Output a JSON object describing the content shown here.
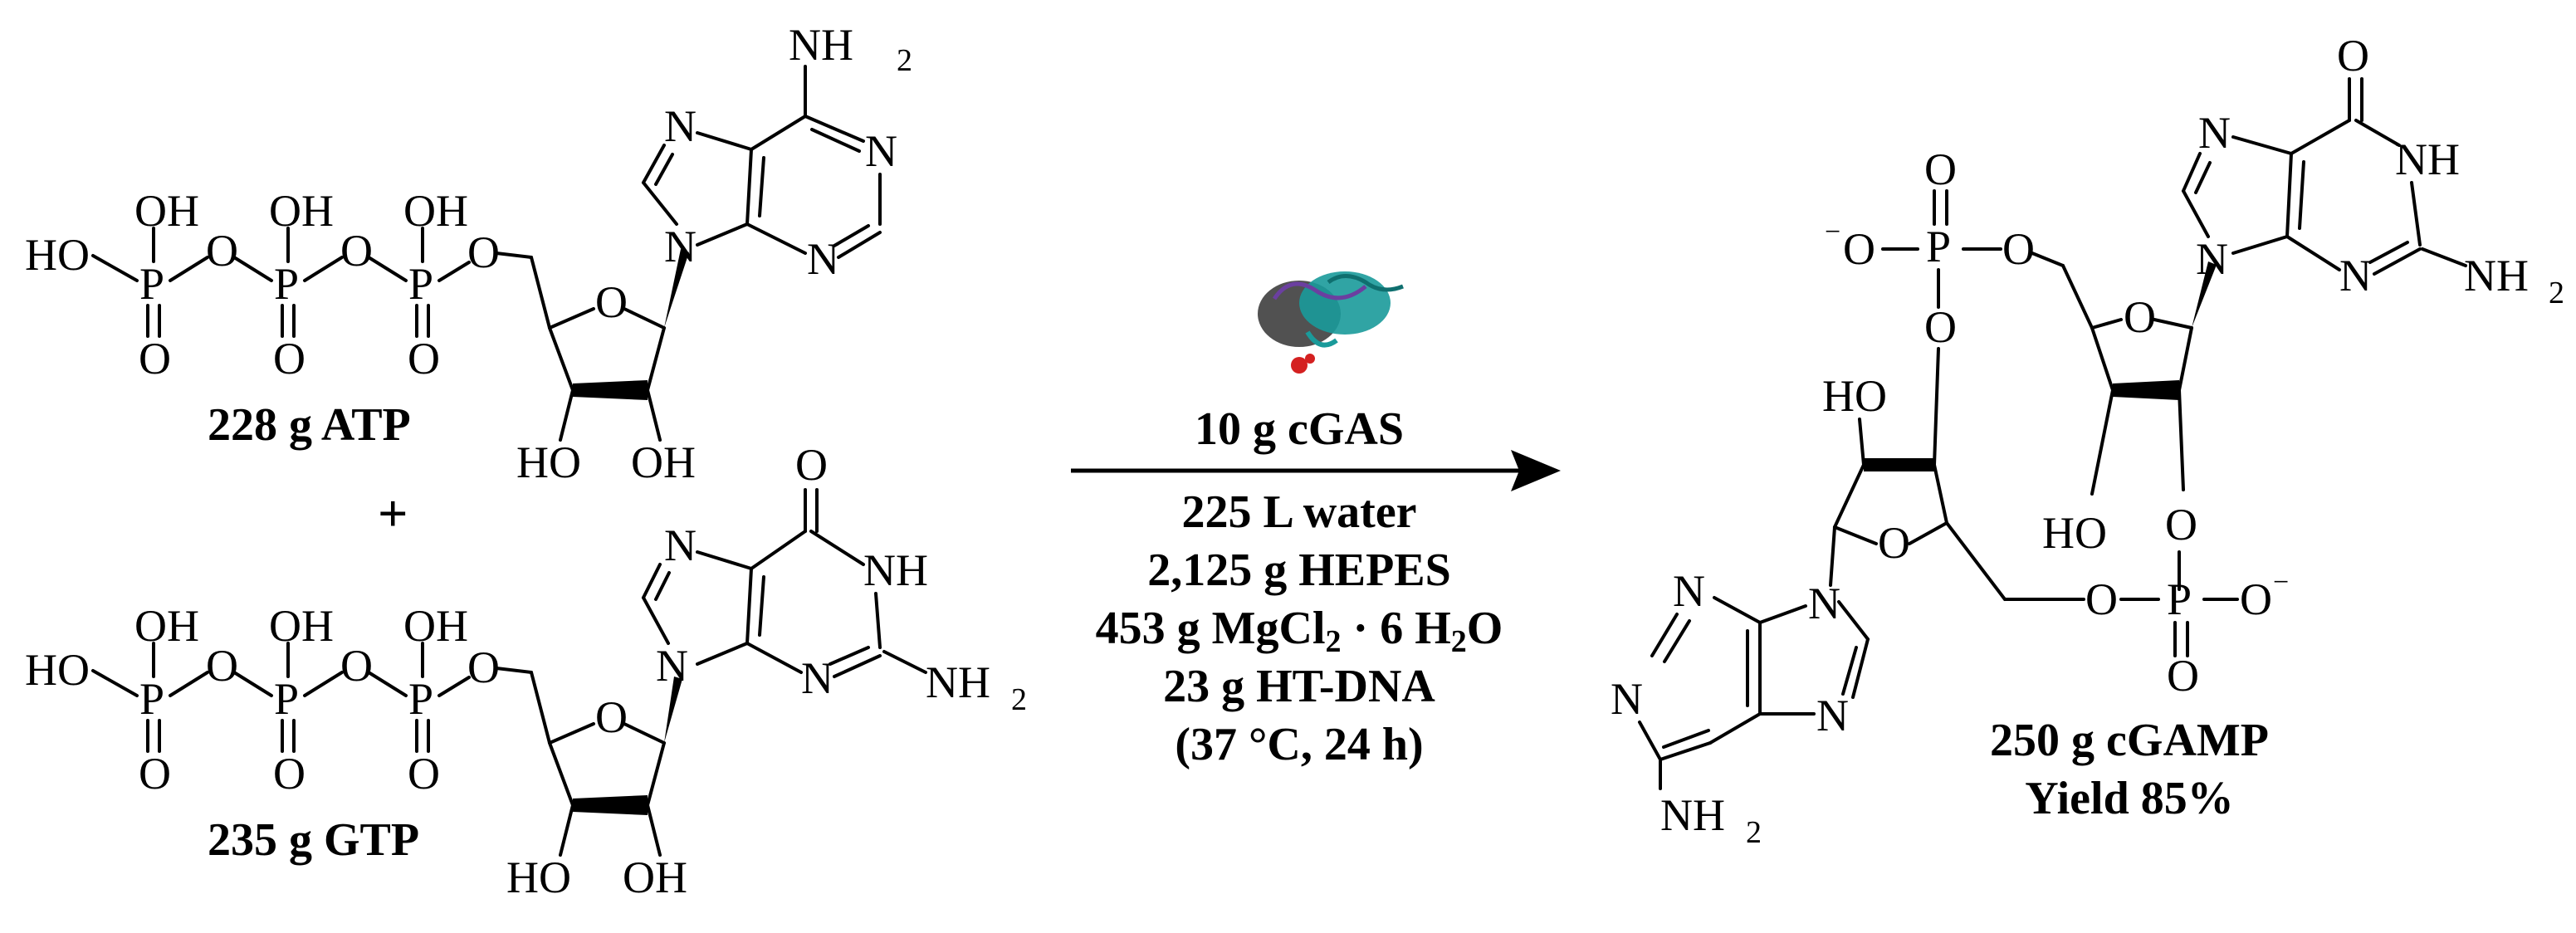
{
  "reactant_1": {
    "label": "228 g ATP",
    "atoms": {
      "HO": "HO",
      "O": "O",
      "P": "P",
      "OH": "OH",
      "N": "N",
      "NH": "NH",
      "H": "H",
      "two": "2"
    }
  },
  "plus_sign": "+",
  "reactant_2": {
    "label": "235 g GTP"
  },
  "conditions": {
    "enzyme": "10 g cGAS",
    "water": "225 L water",
    "buffer": "2,125 g HEPES",
    "salt_main": "453 g MgCl",
    "salt_sub1": "2",
    "salt_mid": " · 6 H",
    "salt_sub2": "2",
    "salt_end": "O",
    "dna": "23 g HT-DNA",
    "temp_time": "(37 °C, 24 h)"
  },
  "product": {
    "label": "250 g cGAMP",
    "yield": "Yield 85%",
    "charge": "−"
  },
  "colors": {
    "protein_teal": "#1a9a9a",
    "protein_dark": "#333333",
    "protein_red": "#d42020",
    "protein_purple": "#6b3fa0"
  }
}
